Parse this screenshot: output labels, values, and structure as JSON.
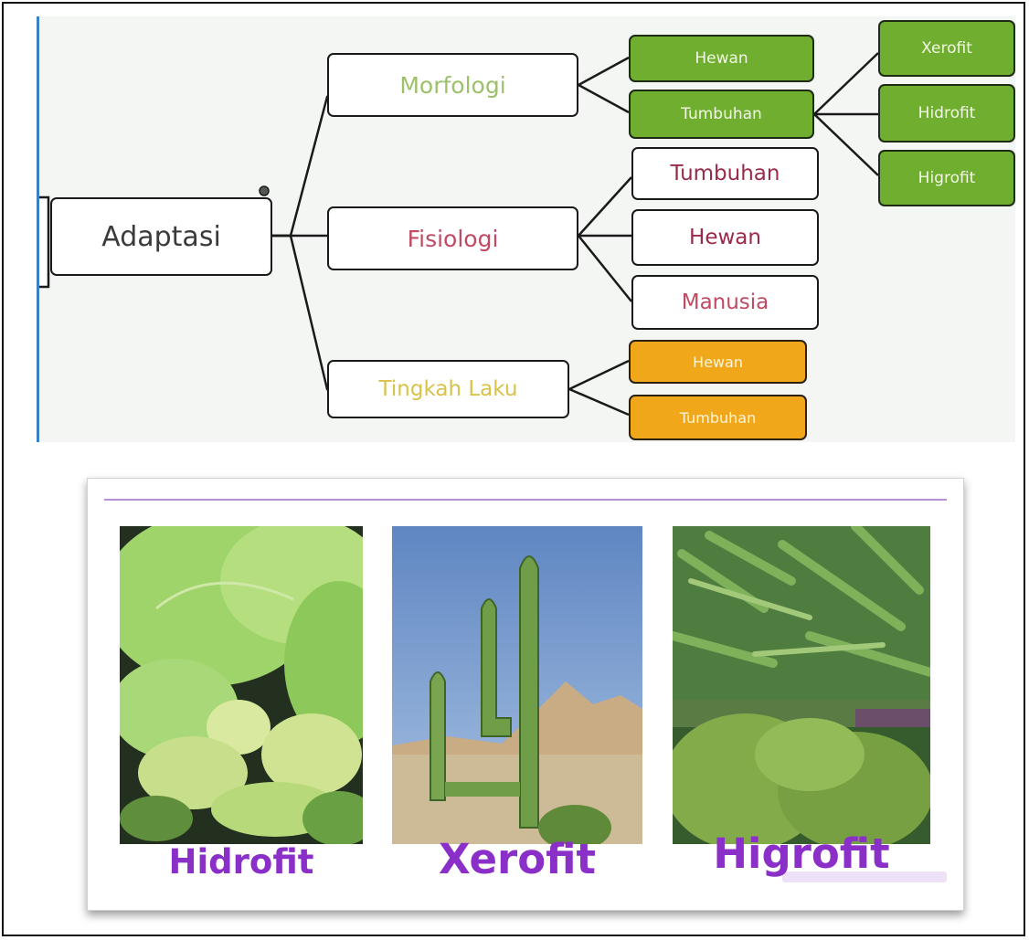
{
  "diagram": {
    "root": "Adaptasi",
    "branches": [
      {
        "label": "Morfologi",
        "color": "#9cc16a",
        "children": [
          {
            "label": "Hewan"
          },
          {
            "label": "Tumbuhan",
            "children": [
              "Xerofit",
              "Hidrofit",
              "Higrofit"
            ]
          }
        ]
      },
      {
        "label": "Fisiologi",
        "color": "#c04a64",
        "children": [
          {
            "label": "Tumbuhan"
          },
          {
            "label": "Hewan"
          },
          {
            "label": "Manusia"
          }
        ]
      },
      {
        "label": "Tingkah Laku",
        "color": "#d8c24a",
        "children": [
          {
            "label": "Hewan"
          },
          {
            "label": "Tumbuhan"
          }
        ]
      }
    ],
    "colors": {
      "morfologi_child": "#6fae2f",
      "tingkah_child": "#f0a81a",
      "frame_accent": "#3a7fc8"
    }
  },
  "plants": {
    "captions": [
      "Hidrofit",
      "Xerofit",
      "Higrofit"
    ],
    "caption_color": "#8b2fc9"
  }
}
